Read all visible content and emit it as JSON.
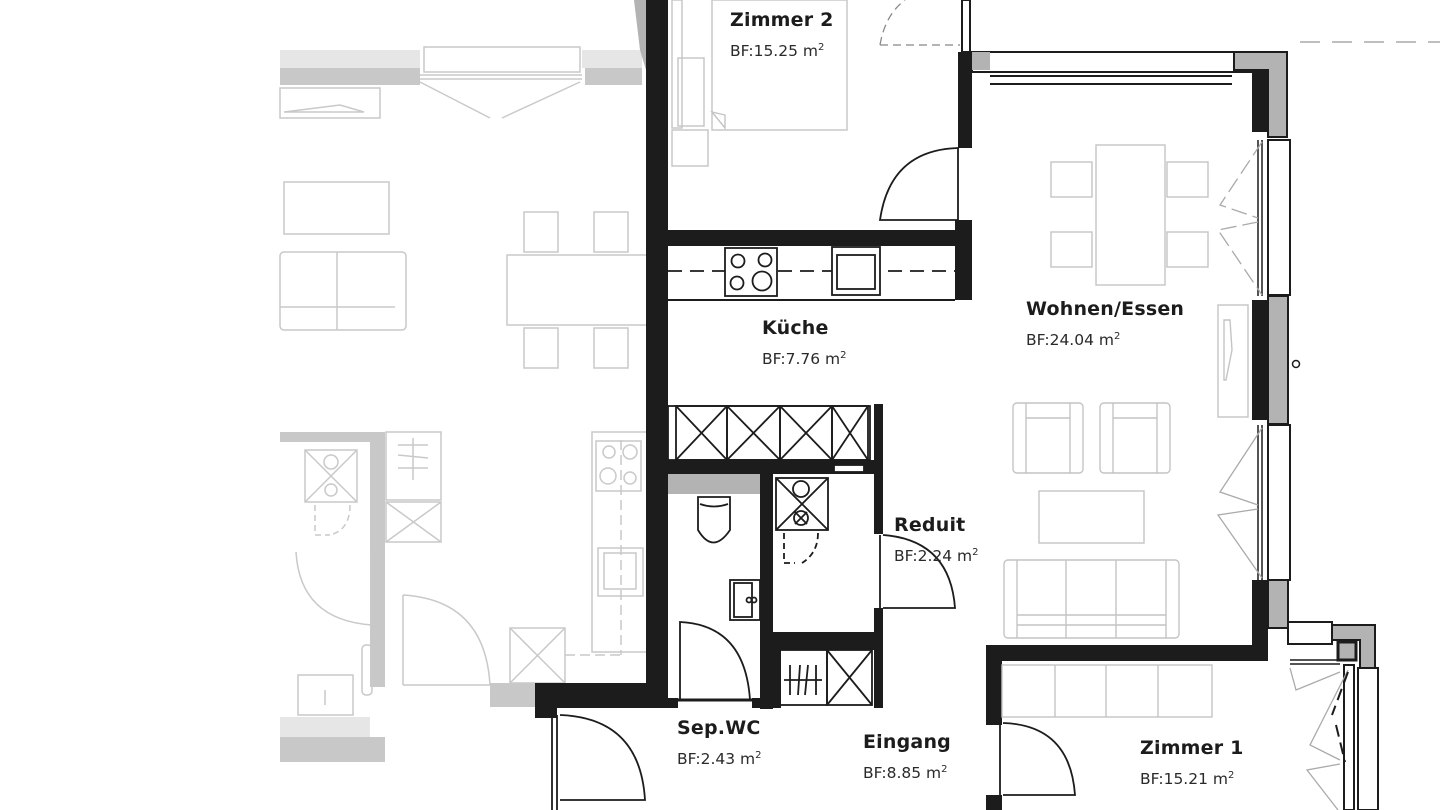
{
  "plan": {
    "type": "architectural floor plan",
    "area_prefix": "BF:",
    "unit": "m",
    "unit_exponent": "2",
    "colors": {
      "wall": "#1c1c1c",
      "wall_insulation": "#b3b3b3",
      "neighbor_unit": "#c8c8c8",
      "furniture": "#c4c4c4",
      "background": "#ffffff"
    },
    "rooms": [
      {
        "id": "zimmer-2",
        "name": "Zimmer 2",
        "area": "15.25"
      },
      {
        "id": "kueche",
        "name": "Küche",
        "area": "7.76"
      },
      {
        "id": "wohnen-essen",
        "name": "Wohnen/Essen",
        "area": "24.04"
      },
      {
        "id": "reduit",
        "name": "Reduit",
        "area": "2.24"
      },
      {
        "id": "sep-wc",
        "name": "Sep.WC",
        "area": "2.43"
      },
      {
        "id": "eingang",
        "name": "Eingang",
        "area": "8.85"
      },
      {
        "id": "zimmer-1",
        "name": "Zimmer 1",
        "area": "15.21"
      }
    ]
  }
}
